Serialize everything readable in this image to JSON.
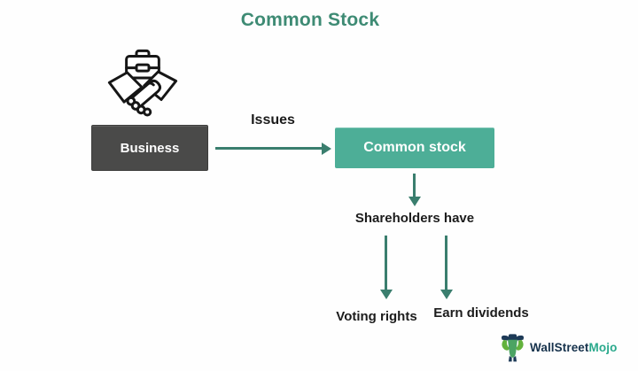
{
  "title": "Common Stock",
  "nodes": {
    "business": {
      "label": "Business"
    },
    "common_stock": {
      "label": "Common stock"
    }
  },
  "labels": {
    "issues": "Issues",
    "shareholders": "Shareholders have",
    "voting": "Voting rights",
    "dividends": "Earn dividends"
  },
  "logo": {
    "part1": "WallStreet",
    "part2": "Mojo"
  },
  "icons": {
    "handshake": "business-handshake-icon",
    "bull": "wallstreetmojo-bull-icon"
  },
  "colors": {
    "background": "#FEFEFE",
    "title": "#3E8B74",
    "business_box": "#4A4A49",
    "business_box_border": "#3C3C3B",
    "common_stock_box": "#4DAE97",
    "arrow": "#3A7E6E",
    "label_text": "#1C1C1C",
    "logo_navy": "#16324C",
    "logo_green": "#2AA98C",
    "icon_stroke": "#161616"
  }
}
